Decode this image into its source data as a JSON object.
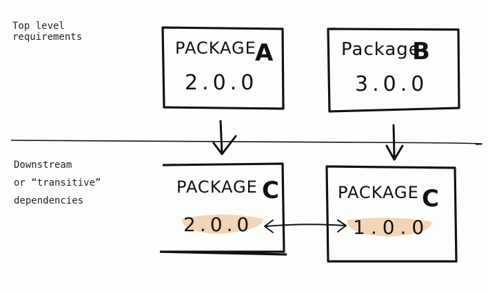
{
  "sections": {
    "top_label_line1": "Top level",
    "top_label_line2": "requirements",
    "bottom_label_line1": "Downstream",
    "bottom_label_line2": "or “transitive”",
    "bottom_label_line3": "dependencies"
  },
  "packages": {
    "a": {
      "name": "PACKAGE",
      "letter": "A",
      "version": "2.0.0"
    },
    "b": {
      "name": "Package",
      "letter": "B",
      "version": "3.0.0"
    },
    "c1": {
      "name": "PACKAGE",
      "letter": "C",
      "version": "2.0.0"
    },
    "c2": {
      "name": "PACKAGE",
      "letter": "C",
      "version": "1.0.0"
    }
  },
  "colors": {
    "ink": "#111111",
    "conflict_highlight": "#f3cfae"
  }
}
